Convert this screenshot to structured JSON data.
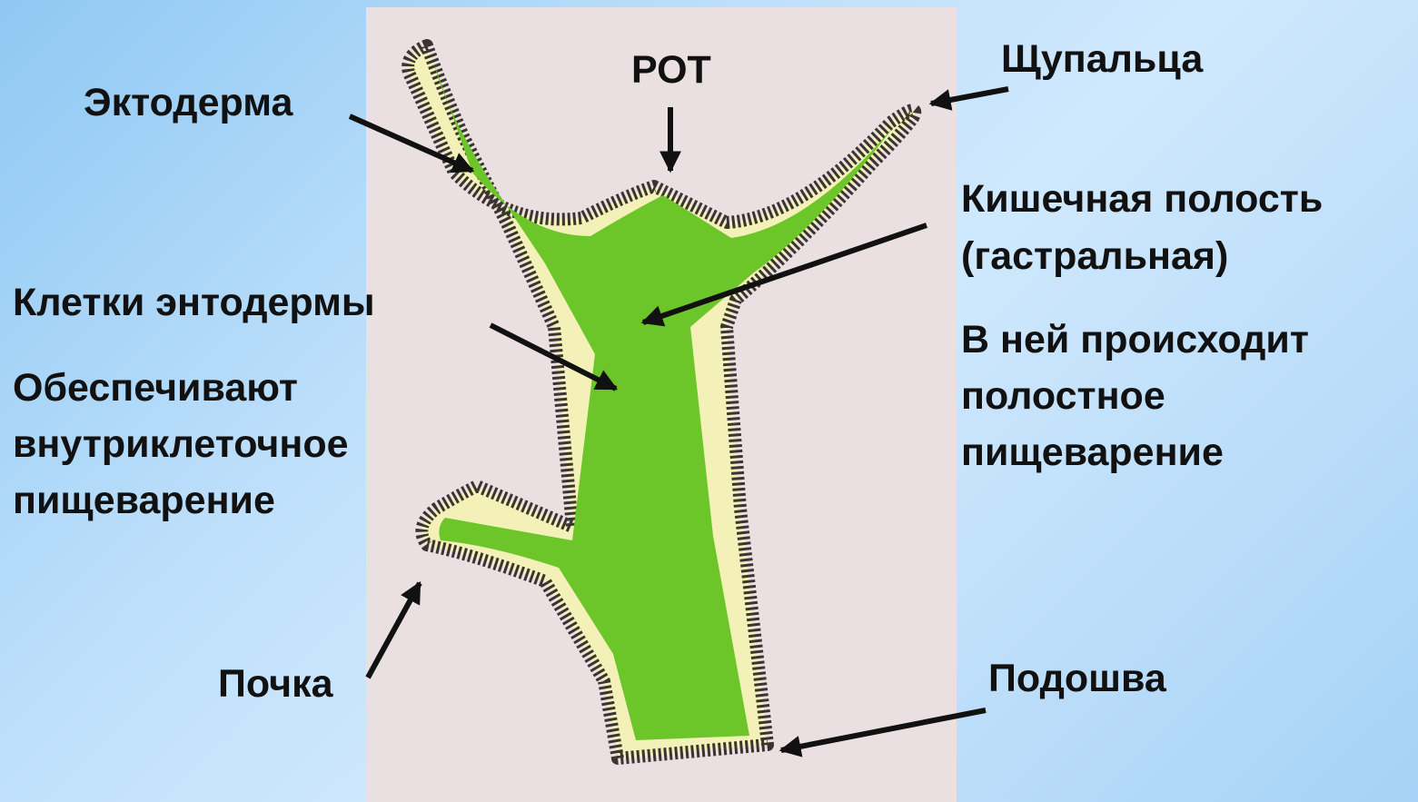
{
  "colors": {
    "background": "#bfe0fb",
    "panel": "#ebe0e1",
    "endoderm": "#6cc62a",
    "mesoglea": "#f3f0b8",
    "ectoderm": "#3a3530",
    "arrow": "#111111"
  },
  "labels": {
    "mouth": "РОТ",
    "ectoderm": "Эктодерма",
    "tentacles": "Щупальца",
    "cavity_line1": "Кишечная полость",
    "cavity_line2": "(гастральная)",
    "cavity_desc_line1": "В ней происходит",
    "cavity_desc_line2": "полостное",
    "cavity_desc_line3": "пищеварение",
    "endoderm_cells": "Клетки энтодермы",
    "endoderm_desc_line1": "Обеспечивают",
    "endoderm_desc_line2": "внутриклеточное",
    "endoderm_desc_line3": "пищеварение",
    "bud": "Почка",
    "sole": "Подошва"
  }
}
